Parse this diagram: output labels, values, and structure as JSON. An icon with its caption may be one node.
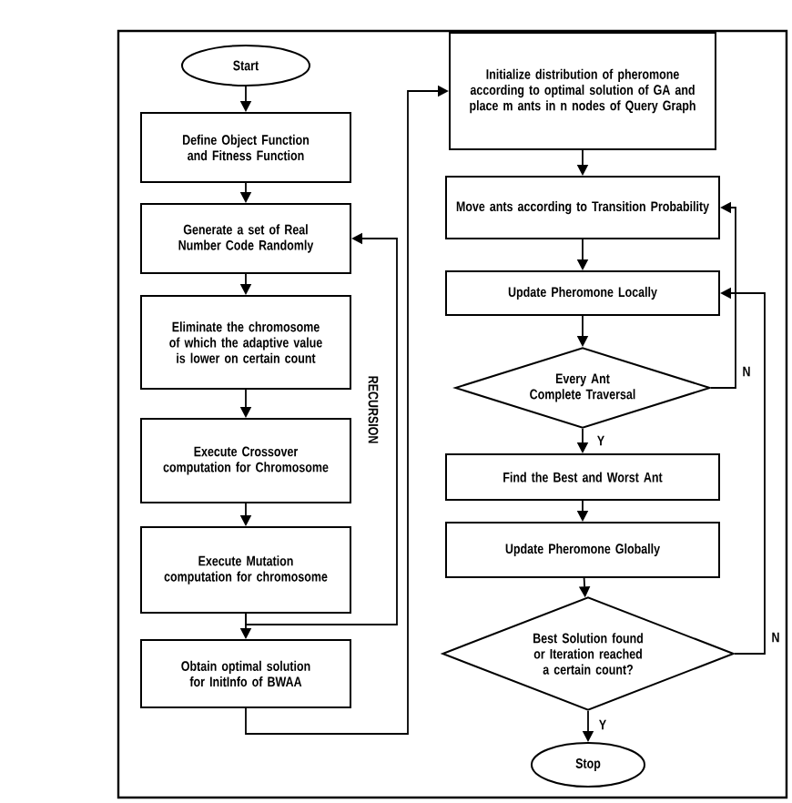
{
  "diagram": {
    "nodes": [
      {
        "text": [
          "Start"
        ]
      },
      {
        "text": [
          "Define Object Function and Fitness Function"
        ]
      },
      {
        "text": [
          "Generate a set of Real Number Code Randomly"
        ]
      },
      {
        "text": [
          "Eliminate the chromosome of which the adaptive value is lower on certain count"
        ]
      },
      {
        "text": [
          "Execute Crossover computation for Chromosome"
        ]
      },
      {
        "text": [
          "Execute Mutation computation for chromosome"
        ]
      },
      {
        "text": [
          "Obtain optimal solution for InitInfo of BWAA"
        ]
      },
      {
        "text": [
          "Initialize distribution of pheromone according to optimal solution of GA and place m ants in n nodes of Query Graph"
        ]
      },
      {
        "text": [
          "Move ants according to Transition Probability"
        ]
      },
      {
        "text": [
          "Update Pheromone Locally"
        ]
      },
      {
        "text": [
          "Every Ant Complete Traversal"
        ]
      },
      {
        "text": [
          "Find the Best and Worst Ant"
        ]
      },
      {
        "text": [
          "Update Pheromone Globally"
        ]
      },
      {
        "text": [
          "Best Solution found or Iteration reached a certain count?"
        ]
      },
      {
        "text": [
          "Stop"
        ]
      }
    ],
    "edges": [
      {
        "from": 0,
        "to": 1,
        "arrow": "to"
      },
      {
        "from": 1,
        "to": 2,
        "arrow": "to"
      },
      {
        "from": 2,
        "to": 3,
        "arrow": "to"
      },
      {
        "from": 3,
        "to": 4,
        "arrow": "to"
      },
      {
        "from": 4,
        "to": 5,
        "arrow": "to"
      },
      {
        "from": 5,
        "to": 6,
        "arrow": "to"
      },
      {
        "from": 5,
        "to": 2,
        "arrow": "to",
        "label": "RECURSION"
      },
      {
        "from": 6,
        "to": 7,
        "arrow": "to"
      },
      {
        "from": 7,
        "to": 8,
        "arrow": "to"
      },
      {
        "from": 8,
        "to": 9,
        "arrow": "to"
      },
      {
        "from": 9,
        "to": 10,
        "arrow": "to"
      },
      {
        "from": 10,
        "to": 11,
        "arrow": "to",
        "label": "Y"
      },
      {
        "from": 10,
        "to": 8,
        "arrow": "to",
        "label": "N"
      },
      {
        "from": 11,
        "to": 12,
        "arrow": "to"
      },
      {
        "from": 12,
        "to": 13,
        "arrow": "to"
      },
      {
        "from": 13,
        "to": 14,
        "arrow": "to",
        "label": "Y"
      },
      {
        "from": 13,
        "to": 9,
        "arrow": "to",
        "label": "N"
      }
    ]
  }
}
